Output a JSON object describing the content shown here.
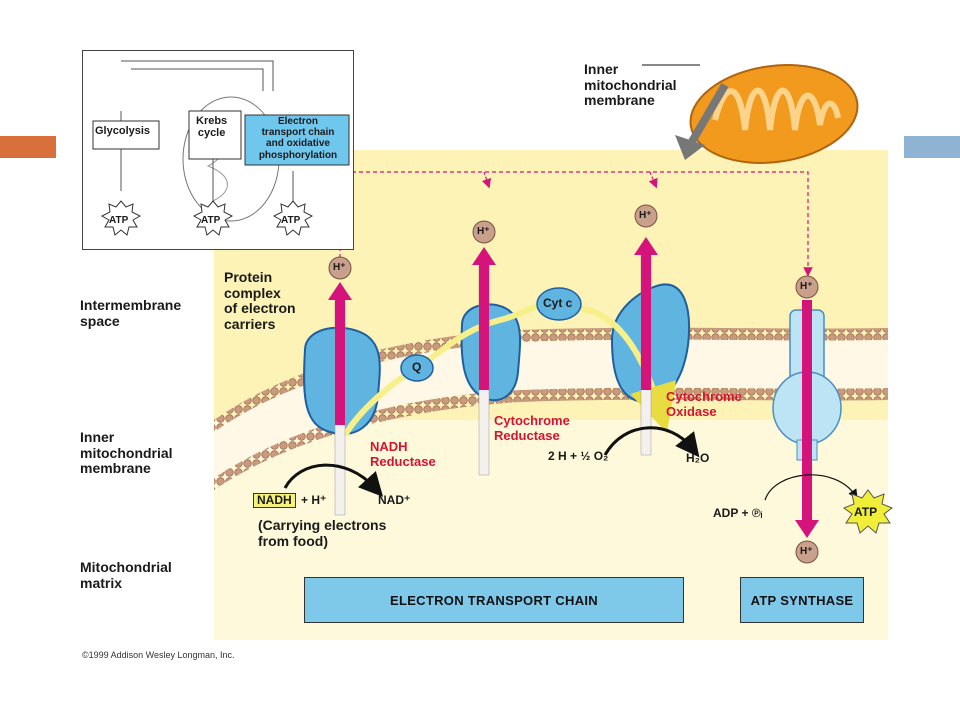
{
  "labels": {
    "intermembrane": "Intermembrane\nspace",
    "inner_membrane_left": "Inner\nmitochondrial\nmembrane",
    "matrix": "Mitochondrial\nmatrix",
    "inner_membrane_top": "Inner\nmitochondrial\nmembrane",
    "protein_complex": "Protein\ncomplex\nof electron\ncarriers",
    "nadh_reductase": "NADH\nReductase",
    "cyt_reductase": "Cytochrome\nReductase",
    "cyt_oxidase": "Cytochrome\nOxidase",
    "q": "Q",
    "cyt_c": "Cyt c",
    "h_plus": "H⁺",
    "nadh": "NADH",
    "plus_h": "+ H⁺",
    "nad": "NAD⁺",
    "carrying": "(Carrying electrons\nfrom food)",
    "two_h": "2 H + ½ O₂",
    "h2o": "H₂O",
    "adp": "ADP + ℗ᵢ",
    "atp": "ATP"
  },
  "boxes": {
    "etc": "ELECTRON TRANSPORT CHAIN",
    "atp_synthase": "ATP SYNTHASE"
  },
  "overview": {
    "glycolysis": "Glycolysis",
    "krebs": "Krebs\ncycle",
    "etc_ox": "Electron\ntransport chain\nand oxidative\nphosphorylation",
    "atp": "ATP"
  },
  "copyright": "©1999 Addison Wesley Longman, Inc.",
  "colors": {
    "panel": "#fdf3b6",
    "protein": "#5fb4e0",
    "proton_arrow": "#d4147a",
    "electron_path": "#f7f08a",
    "accent_left": "#d9703c",
    "accent_right": "#8fb3d3"
  }
}
